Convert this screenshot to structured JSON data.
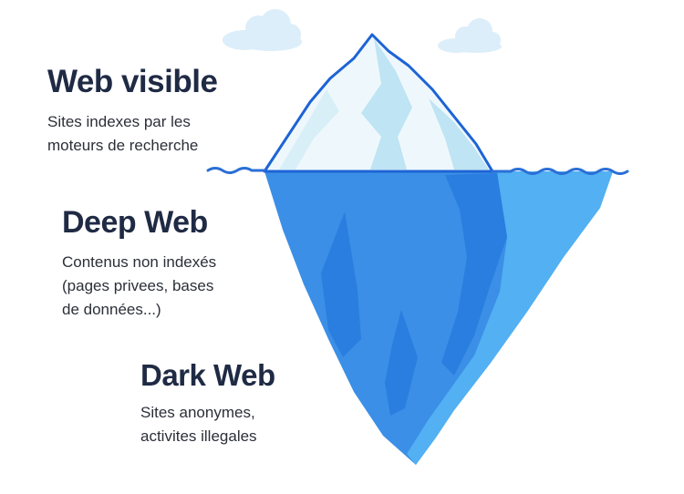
{
  "sections": {
    "visible": {
      "title": "Web visible",
      "lines": [
        "Sites indexes par les",
        "moteurs de recherche"
      ]
    },
    "deep": {
      "title": "Deep Web",
      "lines": [
        "Contenus non indexés",
        "(pages privees, bases",
        "de données...)"
      ]
    },
    "dark": {
      "title": "Dark Web",
      "lines": [
        "Sites anonymes,",
        "activites illegales"
      ]
    }
  },
  "colors": {
    "heading": "#1f2a44",
    "tip_outline": "#1d63d6",
    "tip_light": "#eef8fc",
    "tip_shade": "#bfe4f3",
    "water_line": "#2b6fd6",
    "underwater_main": "#3b8fe6",
    "underwater_dark": "#2a7ee0",
    "underwater_light": "#52b0f3",
    "cloud": "#dceef9"
  },
  "icons": [
    "cloud-icon",
    "cloud-icon"
  ]
}
